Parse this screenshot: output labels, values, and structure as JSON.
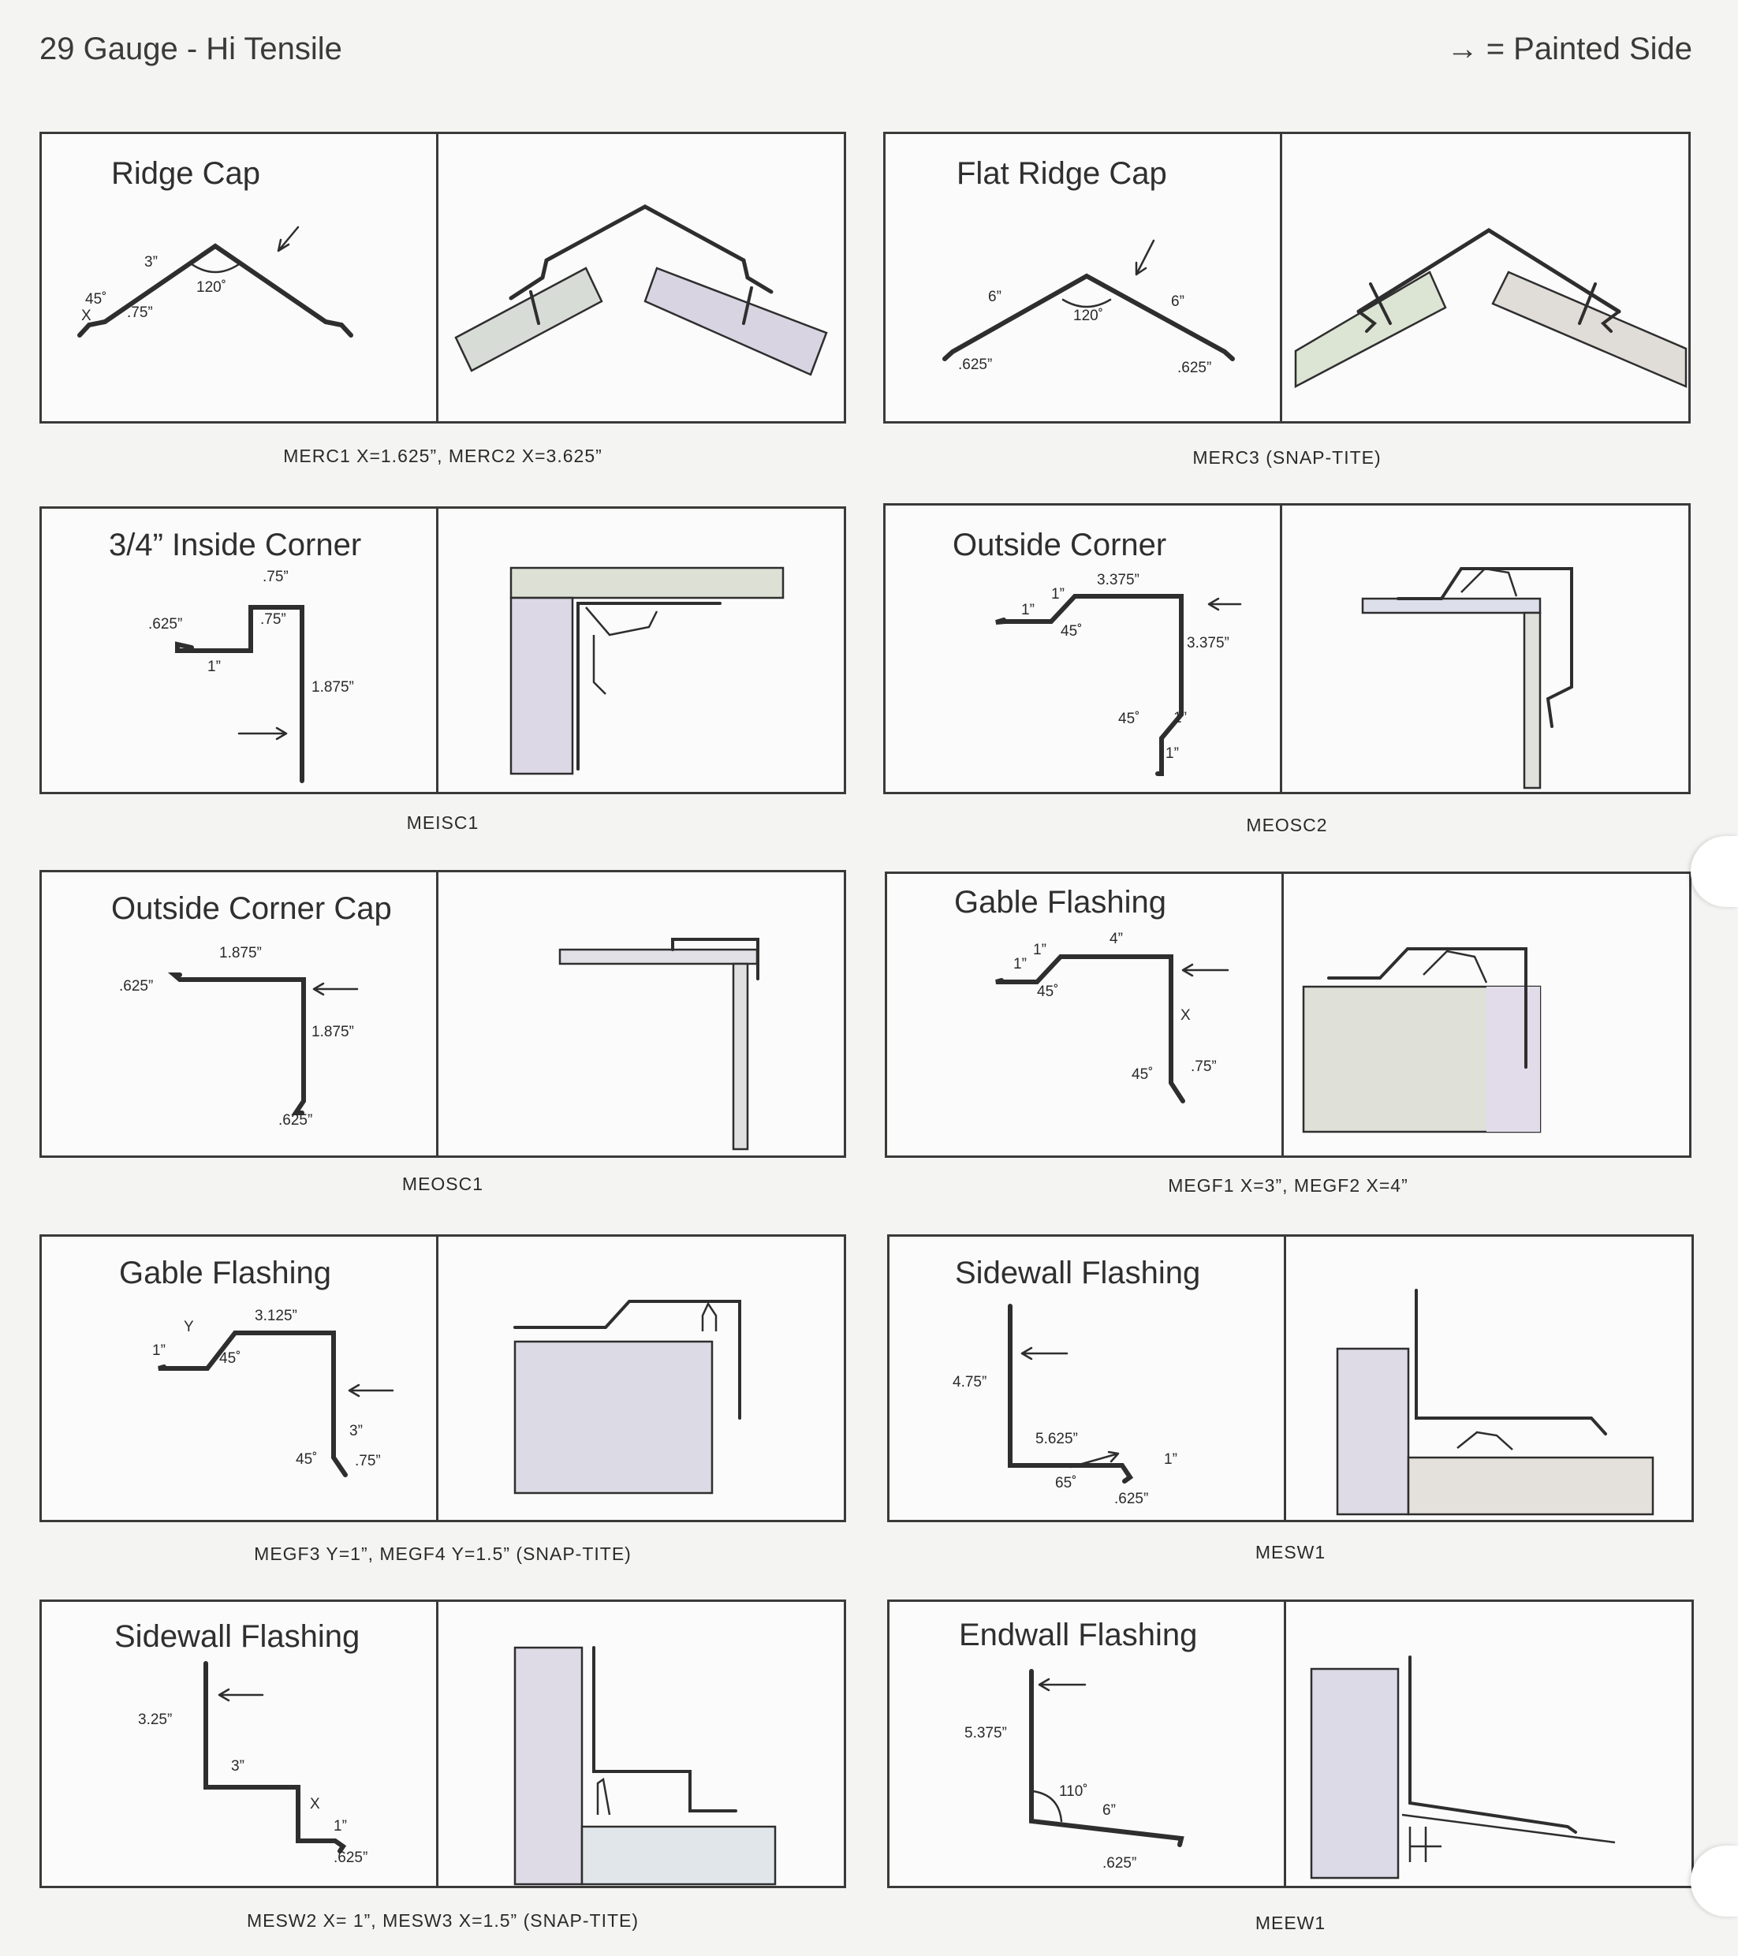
{
  "header": {
    "title": "29 Gauge - Hi Tensile",
    "legend_symbol": "→",
    "legend_text": "= Painted Side"
  },
  "panels": [
    {
      "title": "Ridge Cap",
      "caption": "MERC1 X=1.625”, MERC2 X=3.625”",
      "dims": [
        "3”",
        "45˚",
        "X",
        ".75”",
        "120˚"
      ]
    },
    {
      "title": "Flat Ridge Cap",
      "caption": "MERC3  (SNAP-TITE)",
      "dims": [
        "6”",
        "120˚",
        "6”",
        ".625”",
        ".625”"
      ]
    },
    {
      "title": "3/4” Inside Corner",
      "caption": "MEISC1",
      "dims": [
        ".75”",
        ".625”",
        ".75”",
        "1”",
        "1.875”"
      ]
    },
    {
      "title": "Outside Corner",
      "caption": "MEOSC2",
      "dims": [
        "3.375”",
        "1”",
        "1”",
        "45˚",
        "3.375”",
        "45˚",
        "1”",
        "1”"
      ]
    },
    {
      "title": "Outside Corner Cap",
      "caption": "MEOSC1",
      "dims": [
        "1.875”",
        ".625”",
        "1.875”",
        ".625”"
      ]
    },
    {
      "title": "Gable Flashing",
      "caption": "MEGF1 X=3”, MEGF2 X=4”",
      "dims": [
        "4”",
        "1”",
        "1”",
        "45˚",
        "X",
        "45˚",
        ".75”"
      ]
    },
    {
      "title": "Gable Flashing",
      "caption": "MEGF3 Y=1”, MEGF4 Y=1.5”  (SNAP-TITE)",
      "dims": [
        "3.125”",
        "Y",
        "1”",
        "45˚",
        "3”",
        "45˚",
        ".75”"
      ]
    },
    {
      "title": "Sidewall Flashing",
      "caption": "MESW1",
      "dims": [
        "4.75”",
        "5.625”",
        "1”",
        "65˚",
        ".625”"
      ]
    },
    {
      "title": "Sidewall Flashing",
      "caption": "MESW2 X= 1”, MESW3 X=1.5”  (SNAP-TITE)",
      "dims": [
        "3.25”",
        "3”",
        "X",
        "1”",
        ".625”"
      ]
    },
    {
      "title": "Endwall Flashing",
      "caption": "MEEW1",
      "dims": [
        "5.375”",
        "110˚",
        "6”",
        ".625”"
      ]
    }
  ]
}
